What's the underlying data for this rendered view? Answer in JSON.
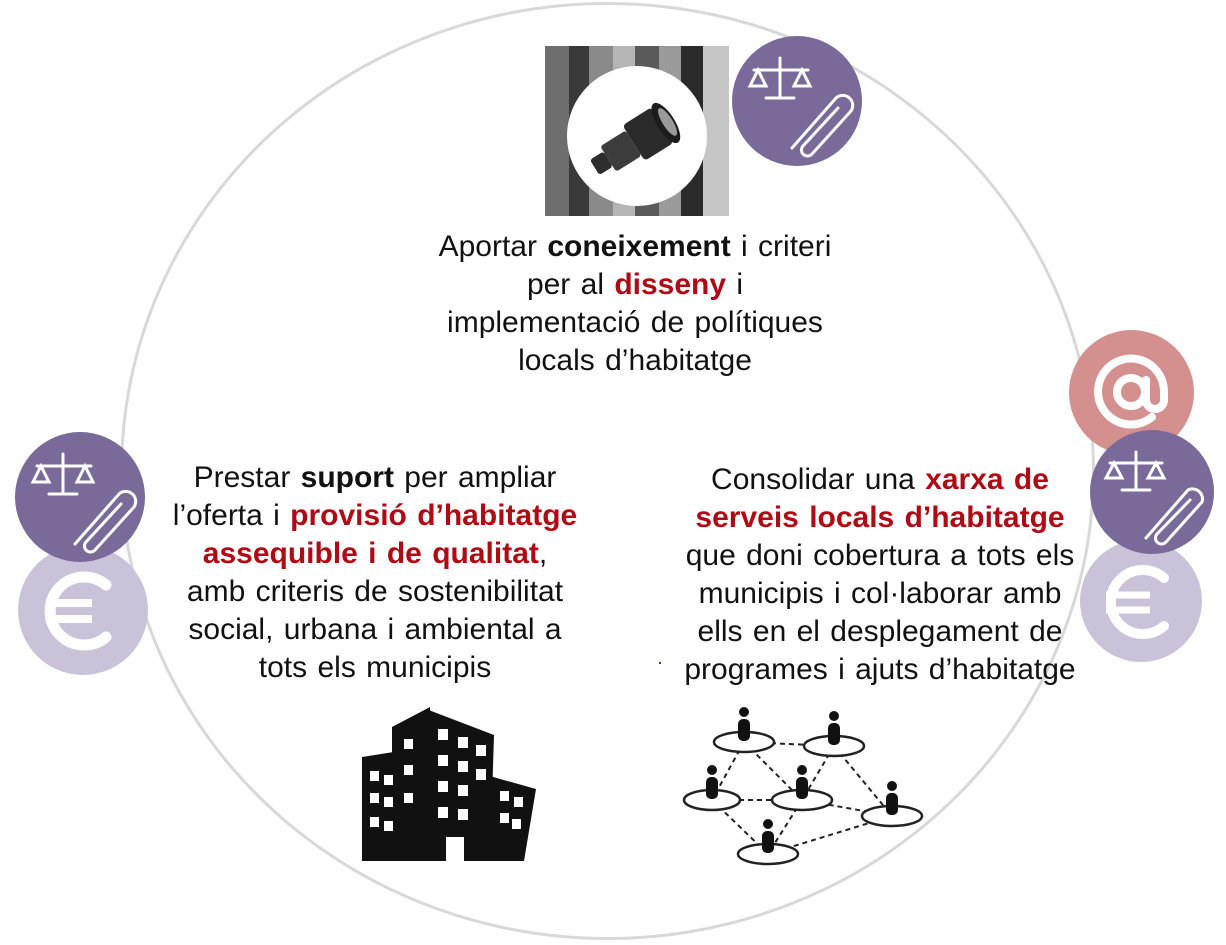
{
  "blocks": {
    "top": {
      "l1_pre": "Aportar ",
      "l1_bold": "coneixement",
      "l1_post": " i criteri",
      "l2_pre": "per al ",
      "l2_red": "disseny",
      "l2_post": " i",
      "l3": "implementació de polítiques",
      "l4": "locals d’habitatge"
    },
    "left": {
      "l1_pre": "Prestar ",
      "l1_bold": "suport",
      "l1_post": " per ampliar",
      "l2_pre": "l’oferta i ",
      "l2_red": "provisió d’habitatge",
      "l3_red": "assequible i de qualitat",
      "l3_post": ",",
      "l4": "amb criteris de sostenibilitat",
      "l5": "social, urbana i ambiental a",
      "l6": "tots els municipis"
    },
    "right": {
      "l1_pre": "Consolidar una ",
      "l1_red": "xarxa de",
      "l2_red": "serveis locals d’habitatge",
      "l3": "que doni cobertura a tots els",
      "l4": "municipis i col·laborar amb",
      "l5": "ells en el desplegament de",
      "l6": "programes i ajuts d’habitatge"
    }
  },
  "icons": {
    "telescope": "telescope-icon",
    "scale": "scale-paperclip-icon",
    "euro": "euro-icon",
    "at": "at-sign-icon",
    "buildings": "buildings-icon",
    "network": "people-network-icon"
  },
  "colors": {
    "highlight_red": "#b00a14",
    "purple_dark": "#7a6a9a",
    "purple_light": "#c9c2d9",
    "rose": "#d3908e",
    "circle_outline": "#d8d8d8"
  }
}
